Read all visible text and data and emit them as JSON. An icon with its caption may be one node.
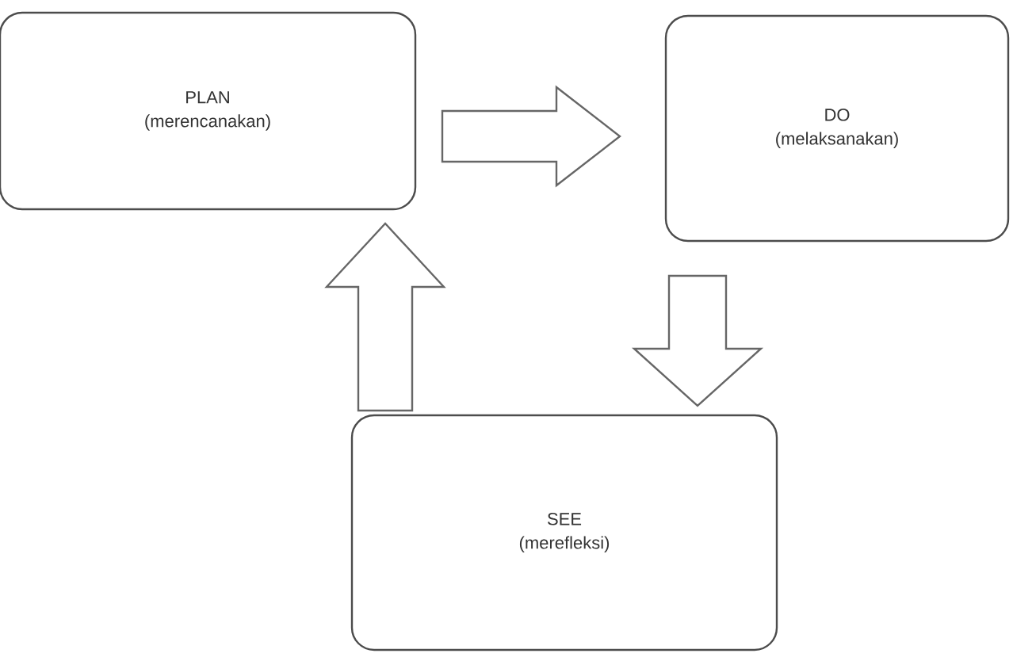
{
  "diagram": {
    "nodes": [
      {
        "text": [
          "PLAN",
          "(merencanakan)"
        ]
      },
      {
        "text": [
          "DO",
          "(melaksanakan)"
        ]
      },
      {
        "text": [
          "SEE",
          "(merefleksi)"
        ]
      }
    ],
    "edges": [
      {
        "from": 0,
        "to": 1,
        "arrow": "to"
      },
      {
        "from": 1,
        "to": 2,
        "arrow": "to"
      },
      {
        "from": 2,
        "to": 0,
        "arrow": "to"
      }
    ]
  }
}
